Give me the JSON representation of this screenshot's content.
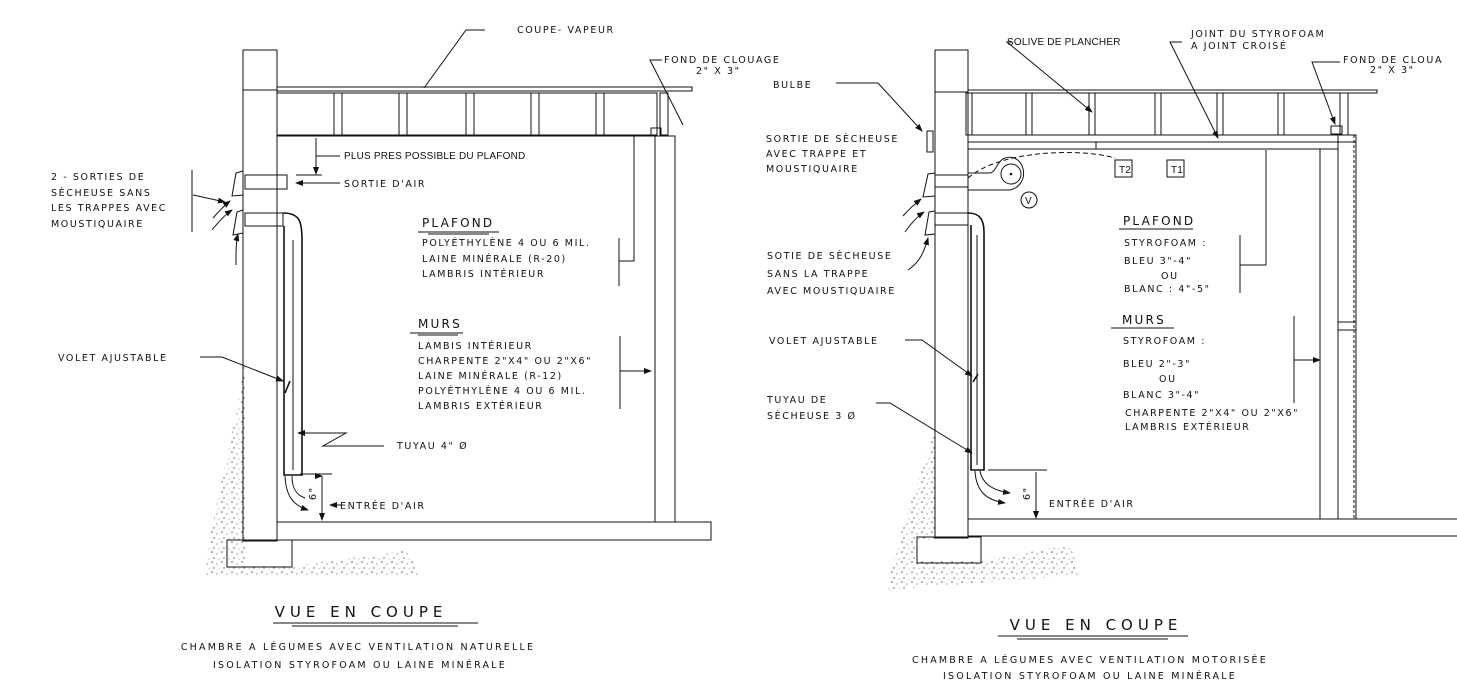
{
  "left_diagram": {
    "labels": {
      "coupe_vapeur": "COUPE- VAPEUR",
      "fond_clouage": "FOND DE CLOUAGE",
      "fond_clouage_dim": "2\" X 3\"",
      "plus_pres": "PLUS PRES POSSIBLE DU PLAFOND",
      "sortie_air": "SORTIE  D'AIR",
      "sorties_1": "2 - SORTIES  DE",
      "sorties_2": "SÈCHEUSE  SANS",
      "sorties_3": "LES  TRAPPES  AVEC",
      "sorties_4": "MOUSTIQUAIRE",
      "volet": "VOLET  AJUSTABLE",
      "tuyau": "TUYAU  4\" Ø",
      "six_in": "6\"",
      "entree_air": "ENTRÉE  D'AIR"
    },
    "plafond": {
      "heading": "PLAFOND",
      "lines": [
        "POLYÉTHYLÈNE  4 OU 6 MIL.",
        "LAINE  MINÉRALE (R-20)",
        "LAMBRIS  INTÉRIEUR"
      ]
    },
    "murs": {
      "heading": "MURS",
      "lines": [
        "LAMBIS  INTÉRIEUR",
        "CHARPENTE  2\"X4\" OU 2\"X6\"",
        "LAINE  MINÉRALE (R-12)",
        "POLYÉTHYLÈNE  4 OU 6 MIL.",
        "LAMBRIS  EXTÉRIEUR"
      ]
    },
    "caption": {
      "title": "VUE  EN  COUPE",
      "line1": "CHAMBRE  A  LÉGUMES  AVEC  VENTILATION  NATURELLE",
      "line2": "ISOLATION  STYROFOAM  OU  LAINE  MINÉRALE"
    }
  },
  "right_diagram": {
    "labels": {
      "solive": "SOLIVE DE PLANCHER",
      "joint_1": "JOINT  DU  STYROFOAM",
      "joint_2": "A  JOINT  CROISÉ",
      "fond_clouage": "FOND DE CLOUA",
      "fond_clouage_dim": "2\" X 3\"",
      "bulbe": "BULBE",
      "sortie_1": "SORTIE  DE  SÈCHEUSE",
      "sortie_2": "AVEC  TRAPPE  ET",
      "sortie_3": "MOUSTIQUAIRE",
      "sotie_1": "SOTIE  DE  SÈCHEUSE",
      "sotie_2": "SANS  LA  TRAPPE",
      "sotie_3": "AVEC  MOUSTIQUAIRE",
      "volet": "VOLET  AJUSTABLE",
      "tuyau_1": "TUYAU  DE",
      "tuyau_2": "SÈCHEUSE  3  Ø",
      "six_in": "6\"",
      "entree_air": "ENTRÉE  D'AIR",
      "t1": "T1",
      "t2": "T2",
      "v": "V"
    },
    "plafond": {
      "heading": "PLAFOND",
      "lines": [
        "STYROFOAM :",
        "BLEU      3\"-4\"",
        "OU",
        "BLANC :  4\"-5\""
      ]
    },
    "murs": {
      "heading": "MURS",
      "lines": [
        "STYROFOAM :",
        "BLEU   2\"-3\"",
        "OU",
        "BLANC  3\"-4\"",
        "CHARPENTE  2\"X4\" OU 2\"X6\"",
        "LAMBRIS  EXTÉRIEUR"
      ]
    },
    "caption": {
      "title": "VUE  EN  COUPE",
      "line1": "CHAMBRE  A  LÉGUMES  AVEC  VENTILATION  MOTORISÉE",
      "line2": "ISOLATION  STYROFOAM  OU  LAINE  MINÉRALE"
    }
  }
}
